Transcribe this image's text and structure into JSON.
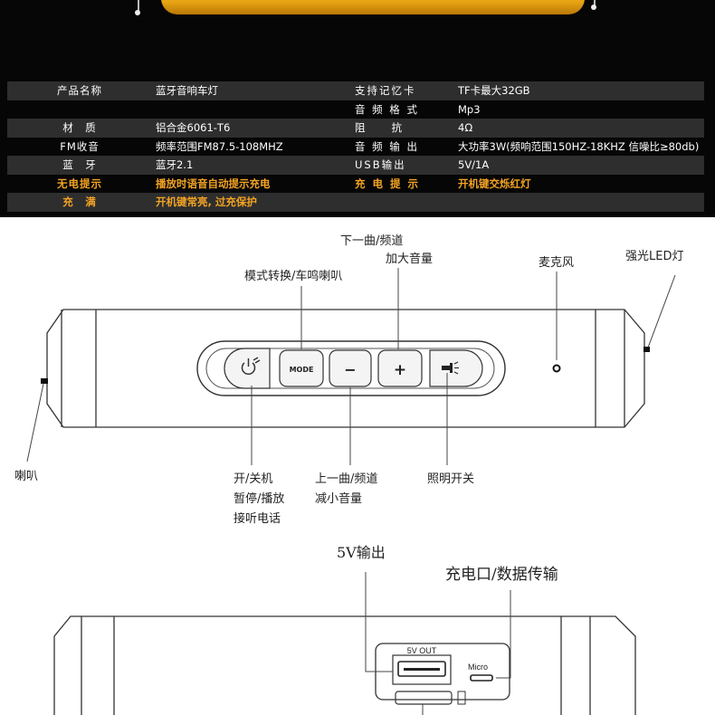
{
  "specs": {
    "rows": [
      {
        "k1": "产品名称",
        "v1": "蓝牙音响车灯",
        "k2": "支持记忆卡",
        "v2": "TF卡最大32GB",
        "style": "alt"
      },
      {
        "k1": "",
        "v1": "",
        "k2": "音 频 格 式",
        "v2": "Mp3",
        "style": "plain"
      },
      {
        "k1": "材　质",
        "v1": "铝合金6061-T6",
        "k2": "阻　　抗",
        "v2": "4Ω",
        "style": "alt"
      },
      {
        "k1": "FM收音",
        "v1": "频率范围FM87.5-108MHZ",
        "k2": "音 频 输 出",
        "v2": "大功率3W(频响范围150HZ-18KHZ 信噪比≥80db)",
        "style": "plain"
      },
      {
        "k1": "蓝　牙",
        "v1": "蓝牙2.1",
        "k2": "USB输出",
        "v2": "5V/1A",
        "style": "alt"
      },
      {
        "k1": "无电提示",
        "v1": "播放时语音自动提示充电",
        "k2": "充 电 提 示",
        "v2": "开机键交烁红灯",
        "style": "plain hl"
      },
      {
        "k1": "充　满",
        "v1": "开机键常亮, 过充保护",
        "k2": "",
        "v2": "",
        "style": "alt hl"
      }
    ]
  },
  "diagram": {
    "next_track": "下一曲/频道",
    "vol_up": "加大音量",
    "mode_switch": "模式转换/车鸣喇叭",
    "mic": "麦克风",
    "led": "强光LED灯",
    "speaker": "喇叭",
    "power_1": "开/关机",
    "power_2": "暂停/播放",
    "power_3": "接听电话",
    "prev_track": "上一曲/频道",
    "vol_down": "减小音量",
    "light_switch": "照明开关",
    "mode_btn": "MODE",
    "minus_btn": "−",
    "plus_btn": "+"
  },
  "diagram2": {
    "out_label": "5V输出",
    "charge_label": "充电口/数据传输",
    "port_out": "5V OUT",
    "port_micro": "Micro"
  }
}
